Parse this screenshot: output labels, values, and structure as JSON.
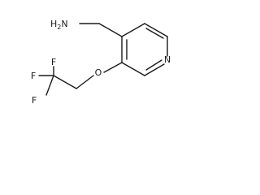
{
  "atoms": {
    "amine": "H2N",
    "ring_nitrogen": "N",
    "ether_oxygen": "O",
    "fluorine_top": "F",
    "fluorine_left": "F",
    "fluorine_bottom": "F"
  },
  "colors": {
    "ink": "#1a1a1a",
    "background": "#ffffff"
  }
}
